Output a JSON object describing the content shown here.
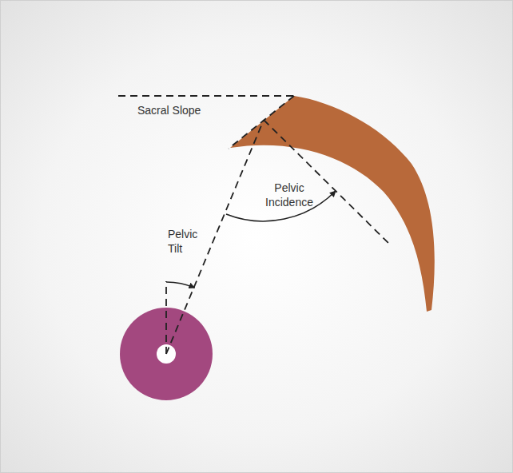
{
  "diagram": {
    "labels": [
      "Sacral Slope",
      "Pelvic Incidence",
      "Pelvic Tilt"
    ]
  }
}
